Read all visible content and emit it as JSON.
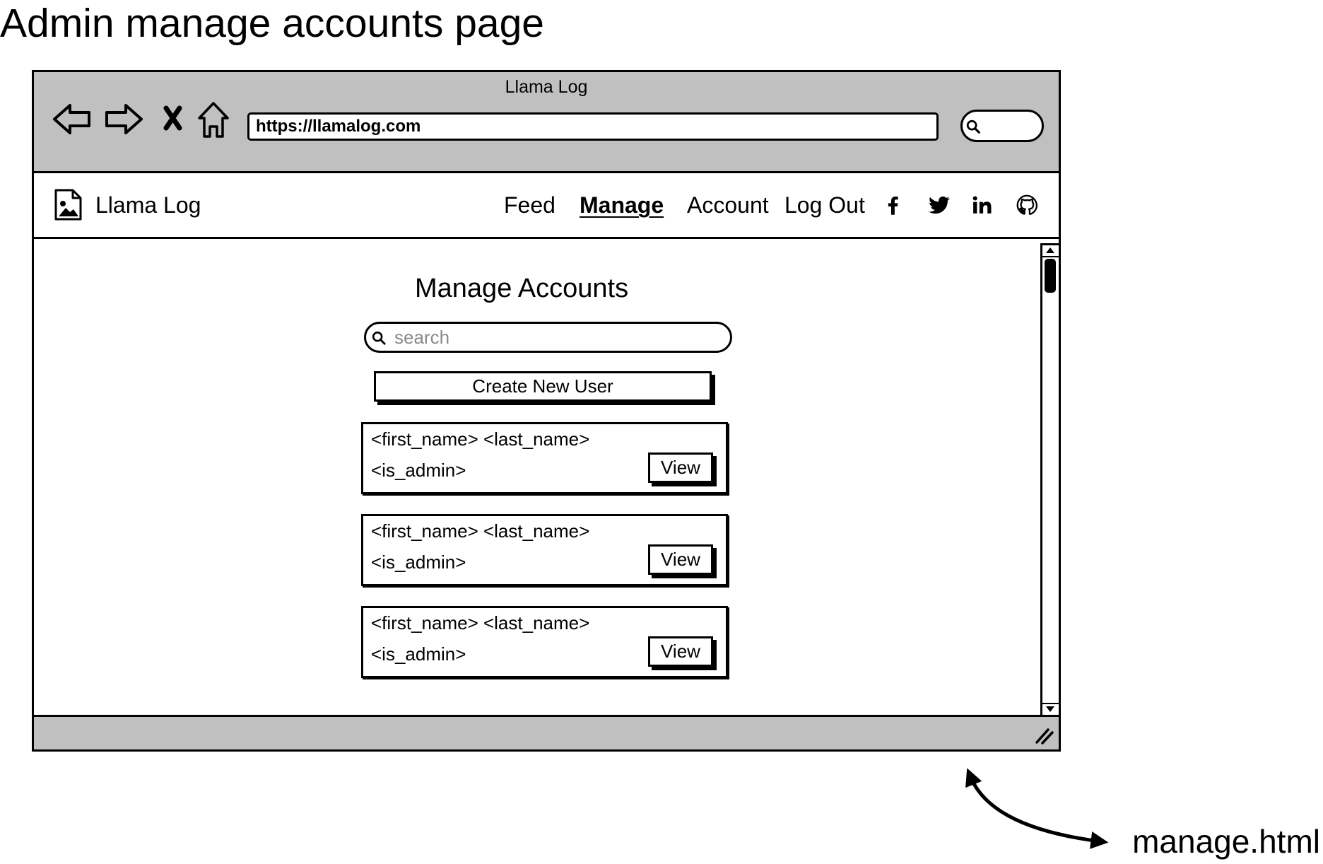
{
  "page": {
    "title": "Admin manage accounts page",
    "annotation_label": "manage.html"
  },
  "browser": {
    "window_title": "Llama Log",
    "url": "https://llamalog.com",
    "nav_icons": [
      "back-arrow-icon",
      "forward-arrow-icon",
      "close-icon",
      "home-icon"
    ],
    "search_icon": "search-icon"
  },
  "navbar": {
    "logo_icon": "image-icon",
    "brand": "Llama Log",
    "links": [
      {
        "label": "Feed",
        "active": false
      },
      {
        "label": "Manage",
        "active": true
      },
      {
        "label": "Account",
        "active": false
      },
      {
        "label": "Log Out",
        "active": false
      }
    ],
    "social_icons": [
      "facebook-icon",
      "twitter-icon",
      "linkedin-icon",
      "github-icon"
    ]
  },
  "main": {
    "heading": "Manage Accounts",
    "search": {
      "placeholder": "search"
    },
    "create_button_label": "Create New User",
    "users": [
      {
        "name": "<first_name> <last_name>",
        "is_admin": "<is_admin>",
        "view_label": "View"
      },
      {
        "name": "<first_name> <last_name>",
        "is_admin": "<is_admin>",
        "view_label": "View"
      },
      {
        "name": "<first_name> <last_name>",
        "is_admin": "<is_admin>",
        "view_label": "View"
      }
    ]
  },
  "scrollbar": {
    "position": 0
  },
  "colors": {
    "chrome": "#c0c0c0",
    "ink": "#000000",
    "surface": "#ffffff",
    "placeholder": "#8a8a8a"
  }
}
